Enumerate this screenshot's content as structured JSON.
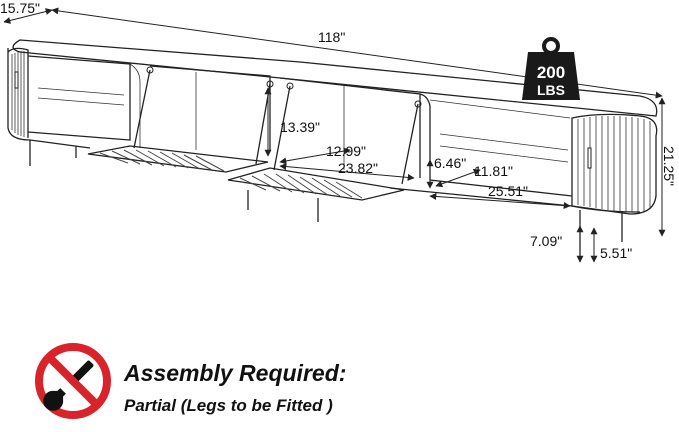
{
  "dimensions": {
    "depth": "15.75\"",
    "total_width": "118\"",
    "flap_height": "13.39\"",
    "shelf_depth": "12.99\"",
    "compartment_width": "23.82\"",
    "shelf_height": "6.46\"",
    "side_shelf_depth": "11.81\"",
    "side_width": "25.51\"",
    "total_height": "21.25\"",
    "clearance": "7.09\"",
    "leg_height": "5.51\""
  },
  "weight_badge": {
    "value": "200",
    "unit": "LBS"
  },
  "assembly": {
    "title": "Assembly Required:",
    "subtitle": "Partial (Legs to be Fitted )"
  },
  "colors": {
    "line": "#222222",
    "prohibit_red": "#d8232a",
    "badge": "#1a1a1a"
  }
}
